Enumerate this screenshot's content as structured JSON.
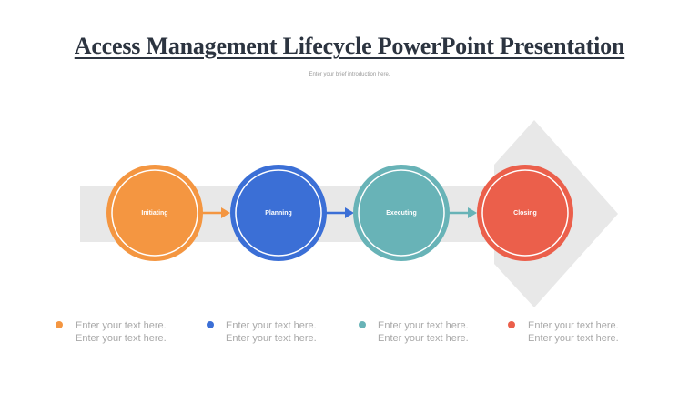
{
  "slide": {
    "title": "Access Management Lifecycle PowerPoint Presentation",
    "subtitle": "Enter your brief introduction here."
  },
  "colors": {
    "initiating": "#f49641",
    "planning": "#3b6fd6",
    "executing": "#68b3b7",
    "closing": "#eb5f4b",
    "track": "#e8e8e8"
  },
  "stages": [
    {
      "label": "Initiating",
      "color": "#f49641",
      "note_line1": "Enter your text here.",
      "note_line2": "Enter your text here."
    },
    {
      "label": "Planning",
      "color": "#3b6fd6",
      "note_line1": "Enter your text here.",
      "note_line2": "Enter your text here."
    },
    {
      "label": "Executing",
      "color": "#68b3b7",
      "note_line1": "Enter your text here.",
      "note_line2": "Enter your text here."
    },
    {
      "label": "Closing",
      "color": "#eb5f4b",
      "note_line1": "Enter your text here.",
      "note_line2": "Enter your text here."
    }
  ]
}
